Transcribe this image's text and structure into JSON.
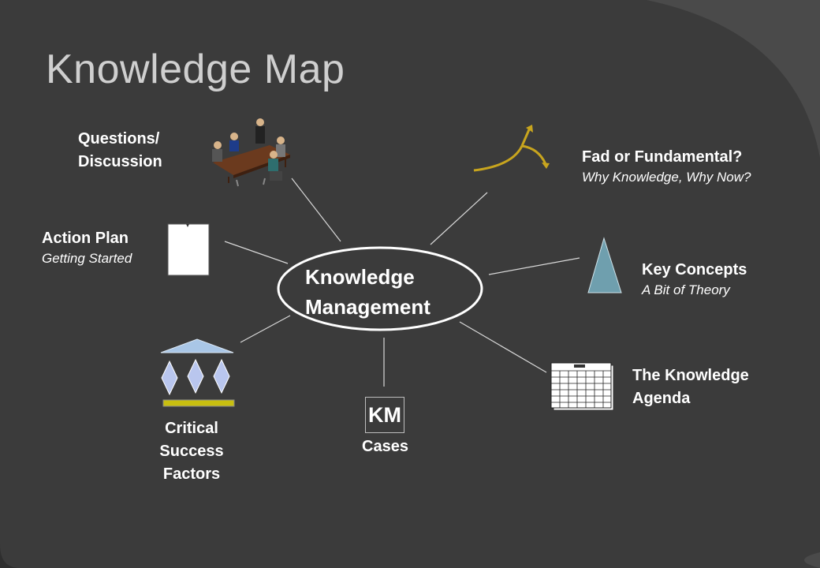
{
  "title": "Knowledge Map",
  "center": {
    "line1": "Knowledge",
    "line2": "Management"
  },
  "nodes": {
    "questions": {
      "line1": "Questions/",
      "line2": "Discussion"
    },
    "fad": {
      "title": "Fad or Fundamental?",
      "subtitle": "Why Knowledge, Why Now?"
    },
    "action_plan": {
      "title": "Action Plan",
      "subtitle": "Getting Started"
    },
    "key_concepts": {
      "title": "Key Concepts",
      "subtitle": "A Bit of Theory"
    },
    "agenda": {
      "line1": "The Knowledge",
      "line2": "Agenda"
    },
    "km_cases": {
      "box": "KM",
      "label": "Cases"
    },
    "csf": {
      "line1": "Critical",
      "line2": "Success",
      "line3": "Factors"
    }
  },
  "icons": {
    "meeting": "meeting-table-icon",
    "fork": "forked-arrow-icon",
    "document": "document-page-icon",
    "triangle": "triangle-icon",
    "calendar": "calendar-icon",
    "columns": "pillars-icon"
  },
  "colors": {
    "background": "#3b3b3b",
    "accent_gold": "#c8a51e",
    "triangle": "#6f9fae",
    "diamond": "#b9c6ee"
  }
}
